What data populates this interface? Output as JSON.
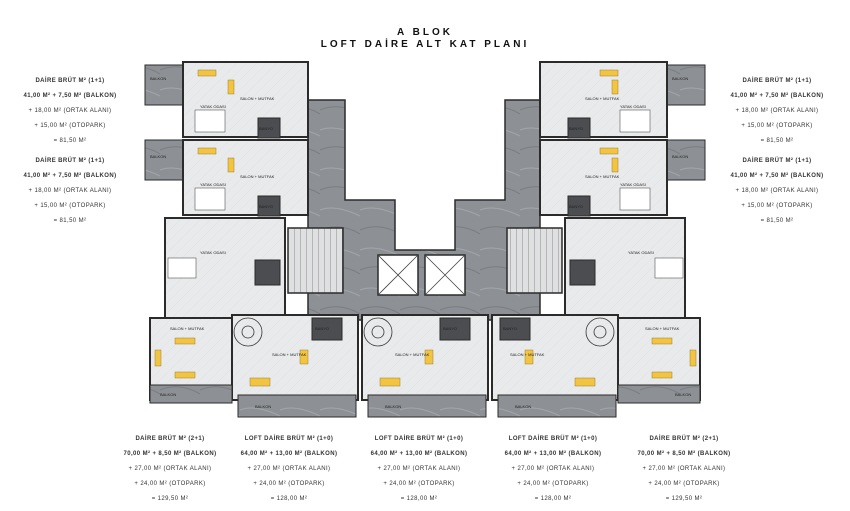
{
  "header": {
    "block": "A BLOK",
    "subtitle": "LOFT DAİRE ALT KAT PLANI"
  },
  "annotations": {
    "left_top": {
      "line1": "DAİRE BRÜT M² (1+1)",
      "line2": "41,00 M² + 7,50 M² (BALKON)",
      "line3": "+ 18,00 M² (ORTAK ALANI)",
      "line4": "+ 15,00 M² (OTOPARK)",
      "line5": "= 81,50 M²"
    },
    "left_mid": {
      "line1": "DAİRE BRÜT M² (1+1)",
      "line2": "41,00 M² + 7,50 M² (BALKON)",
      "line3": "+ 18,00 M² (ORTAK ALANI)",
      "line4": "+ 15,00 M² (OTOPARK)",
      "line5": "= 81,50 M²"
    },
    "right_top": {
      "line1": "DAİRE BRÜT M² (1+1)",
      "line2": "41,00 M² + 7,50 M² (BALKON)",
      "line3": "+ 18,00 M² (ORTAK ALANI)",
      "line4": "+ 15,00 M² (OTOPARK)",
      "line5": "= 81,50 M²"
    },
    "right_mid": {
      "line1": "DAİRE BRÜT M² (1+1)",
      "line2": "41,00 M² + 7,50 M² (BALKON)",
      "line3": "+ 18,00 M² (ORTAK ALANI)",
      "line4": "+ 15,00 M² (OTOPARK)",
      "line5": "= 81,50 M²"
    },
    "bottom_1": {
      "line1": "DAİRE BRÜT M² (2+1)",
      "line2": "70,00 M² + 8,50 M² (BALKON)",
      "line3": "+ 27,00 M² (ORTAK ALANI)",
      "line4": "+ 24,00 M² (OTOPARK)",
      "line5": "= 129,50 M²"
    },
    "bottom_2": {
      "line1": "LOFT DAİRE BRÜT M² (1+0)",
      "line2": "64,00 M² + 13,00 M² (BALKON)",
      "line3": "+ 27,00 M² (ORTAK ALANI)",
      "line4": "+ 24,00 M² (OTOPARK)",
      "line5": "= 128,00 M²"
    },
    "bottom_3": {
      "line1": "LOFT DAİRE BRÜT M² (1+0)",
      "line2": "64,00 M² + 13,00 M² (BALKON)",
      "line3": "+ 27,00 M² (ORTAK ALANI)",
      "line4": "+ 24,00 M² (OTOPARK)",
      "line5": "= 128,00 M²"
    },
    "bottom_4": {
      "line1": "LOFT DAİRE BRÜT M² (1+0)",
      "line2": "64,00 M² + 13,00 M² (BALKON)",
      "line3": "+ 27,00 M² (ORTAK ALANI)",
      "line4": "+ 24,00 M² (OTOPARK)",
      "line5": "= 128,00 M²"
    },
    "bottom_5": {
      "line1": "DAİRE BRÜT M² (2+1)",
      "line2": "70,00 M² + 8,50 M² (BALKON)",
      "line3": "+ 27,00 M² (ORTAK ALANI)",
      "line4": "+ 24,00 M² (OTOPARK)",
      "line5": "= 129,50 M²"
    }
  },
  "rooms": {
    "salon_mutfak": "SALON + MUTFAK",
    "yatak_odasi": "YATAK ODASI",
    "banyo": "BANYO",
    "balkon": "BALKON"
  },
  "colors": {
    "marble": "#8d9094",
    "marble_dark": "#6f7276",
    "floor": "#e9eaeb",
    "wall": "#2b2b2b",
    "sofa": "#f2c444"
  }
}
